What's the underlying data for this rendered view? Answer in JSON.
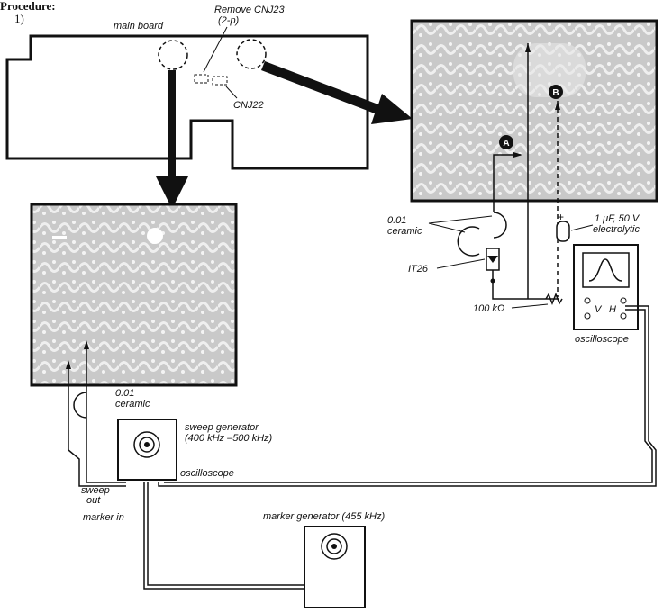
{
  "heading": "Procedure:",
  "step": "1)",
  "labels": {
    "main_board": "main board",
    "remove_cnj23": "Remove CNJ23",
    "remove_cnj23_pins": "(2-p)",
    "cnj22": "CNJ22",
    "cap_right_value": "0.01",
    "cap_right_type": "ceramic",
    "cap_left_value": "0.01",
    "cap_left_type": "ceramic",
    "electrolytic_value": "1 μF, 50 V",
    "electrolytic_type": "electrolytic",
    "diode": "IT26",
    "resistor": "100 kΩ",
    "scope_v": "V",
    "scope_h": "H",
    "oscilloscope_name": "oscilloscope",
    "sweep_gen_name": "sweep generator",
    "sweep_gen_range": "(400 kHz –500 kHz)",
    "sweep_out": "sweep",
    "sweep_out2": "out",
    "sweep_gen_scope_port": "oscilloscope",
    "marker_in": "marker in",
    "marker_gen_name": "marker generator (455 kHz)",
    "point_a": "A",
    "point_b": "B",
    "polarity_plus": "+"
  }
}
